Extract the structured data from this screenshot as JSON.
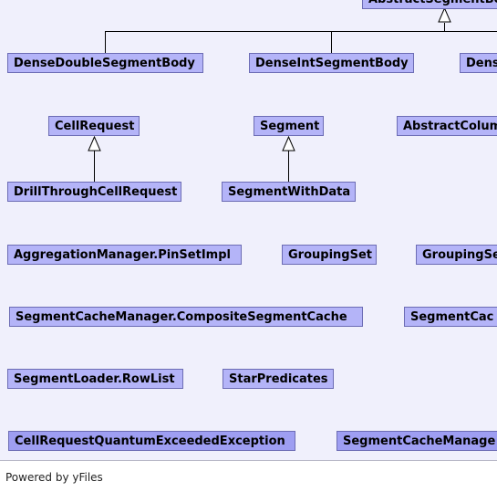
{
  "diagram": {
    "nodes": {
      "abstract_segment_body": "AbstractSegmentBody",
      "dense_double_segment_body": "DenseDoubleSegmentBody",
      "dense_int_segment_body": "DenseIntSegmentBody",
      "dense_partial": "Dens",
      "cell_request": "CellRequest",
      "segment": "Segment",
      "abstract_column_partial": "AbstractColum",
      "drill_through_cell_request": "DrillThroughCellRequest",
      "segment_with_data": "SegmentWithData",
      "aggregation_manager_pinsetimpl": "AggregationManager.PinSetImpl",
      "grouping_set": "GroupingSet",
      "grouping_set_partial": "GroupingSe",
      "segment_cache_manager_composite": "SegmentCacheManager.CompositeSegmentCache",
      "segment_cache_partial": "SegmentCac",
      "segment_loader_rowlist": "SegmentLoader.RowList",
      "star_predicates": "StarPredicates",
      "cell_request_quantum_exceeded": "CellRequestQuantumExceededException",
      "segment_cache_manager_partial": "SegmentCacheManage"
    }
  },
  "footer": {
    "powered_by": "Powered by yFiles"
  }
}
